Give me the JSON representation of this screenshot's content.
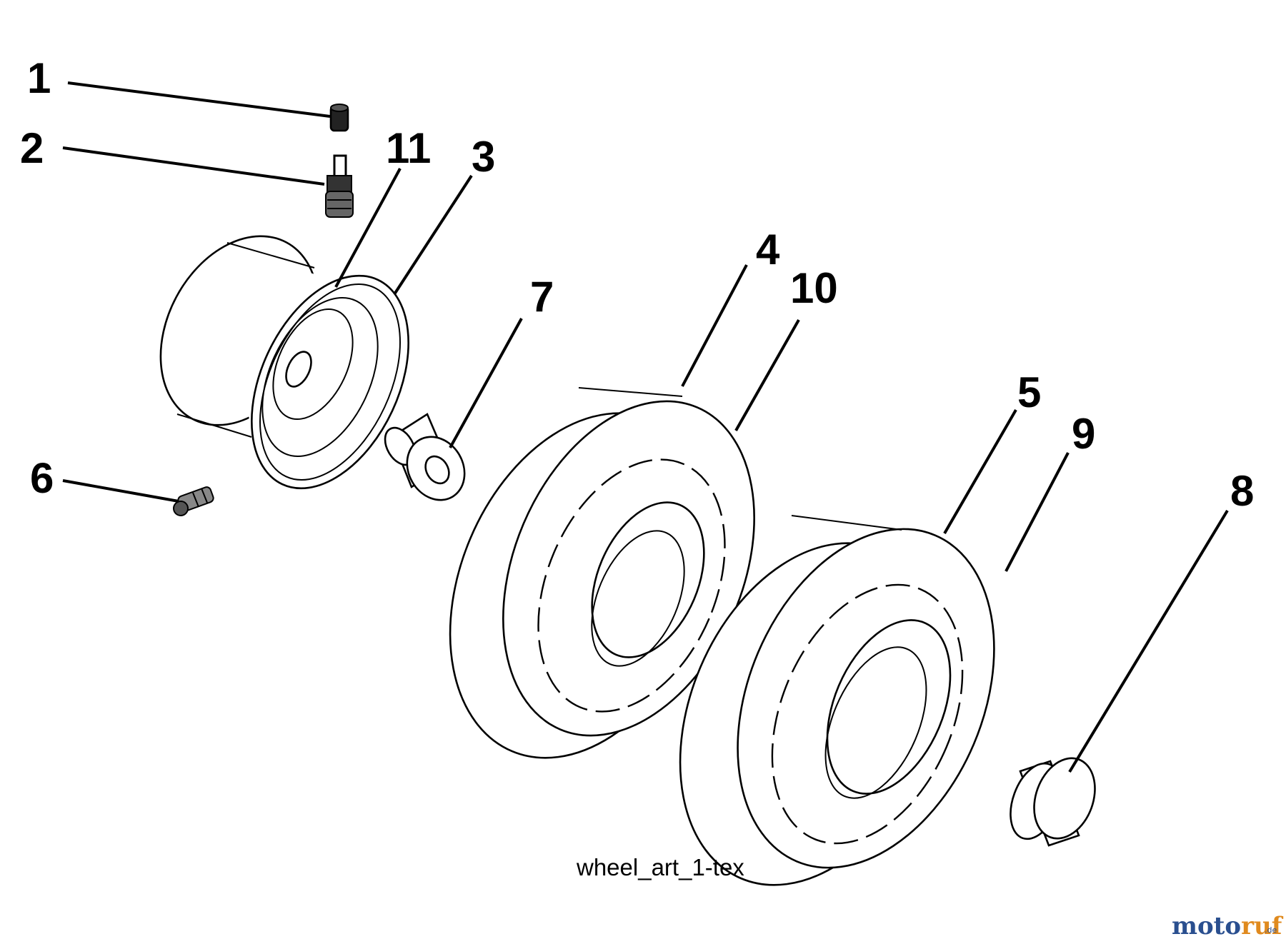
{
  "callouts": {
    "c1": "1",
    "c2": "2",
    "c3": "3",
    "c4": "4",
    "c5": "5",
    "c6": "6",
    "c7": "7",
    "c8": "8",
    "c9": "9",
    "c10": "10",
    "c11": "11"
  },
  "caption": "wheel_art_1-tex",
  "watermark": {
    "letters": [
      "m",
      "o",
      "t",
      "o",
      "r",
      "u",
      "f"
    ],
    "suffix": ".de",
    "colors": [
      "#2a4f8f",
      "#2a4f8f",
      "#2a4f8f",
      "#2a4f8f",
      "#e08a1e",
      "#e08a1e",
      "#e08a1e"
    ]
  }
}
